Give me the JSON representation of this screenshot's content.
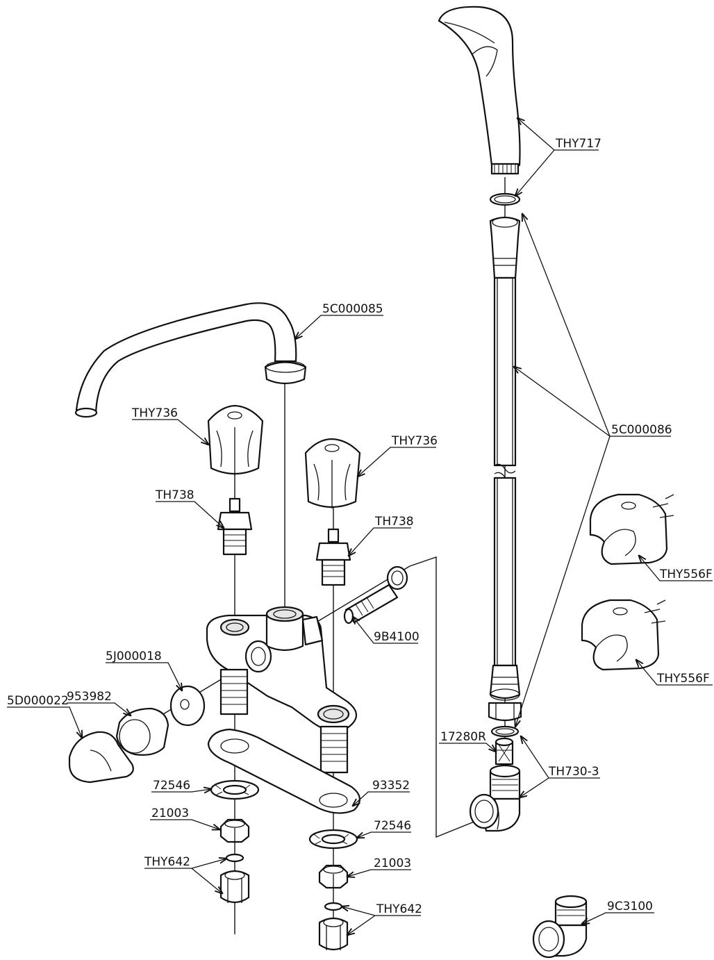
{
  "labels": {
    "thy717": "THY717",
    "c000085": "5C000085",
    "c000086": "5C000086",
    "thy736_left": "THY736",
    "thy736_right": "THY736",
    "th738_left": "TH738",
    "th738_right": "TH738",
    "b4100": "9B4100",
    "j000018": "5J000018",
    "n953982": "953982",
    "d000022": "5D000022",
    "n72546_left": "72546",
    "n72546_right": "72546",
    "n93352": "93352",
    "n21003_left": "21003",
    "n21003_right": "21003",
    "thy642_left": "THY642",
    "thy642_right": "THY642",
    "thy556f_top": "THY556F",
    "thy556f_bottom": "THY556F",
    "n17280r": "17280R",
    "th730_3": "TH730-3",
    "c3100": "9C3100"
  }
}
